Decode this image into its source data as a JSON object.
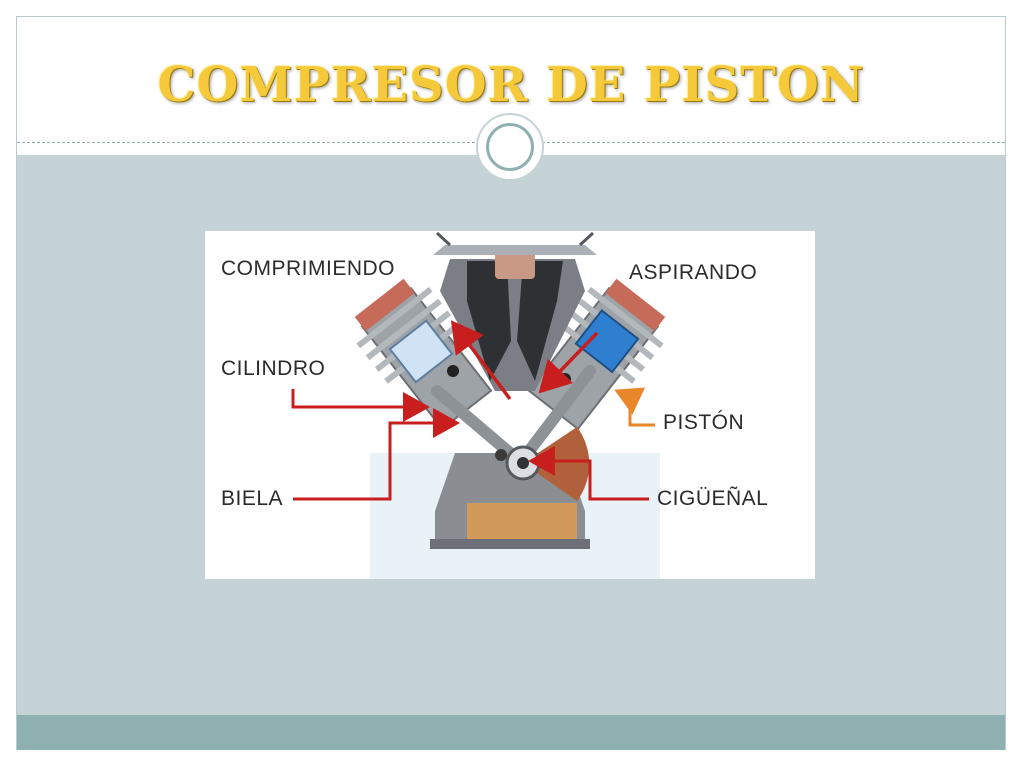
{
  "slide": {
    "title": "COMPRESOR DE PISTON"
  },
  "diagram": {
    "labels": {
      "comprimiendo": "COMPRIMIENDO",
      "aspirando": "ASPIRANDO",
      "cilindro": "CILINDRO",
      "piston": "PISTÓN",
      "biela": "BIELA",
      "ciguenal": "CIGÜEÑAL"
    }
  },
  "colors": {
    "title_gold": "#f5c93a",
    "panel": "#c5d3d7",
    "footer": "#8fb0b1",
    "arrow_red": "#c81e1e",
    "arrow_orange": "#e8872a"
  }
}
